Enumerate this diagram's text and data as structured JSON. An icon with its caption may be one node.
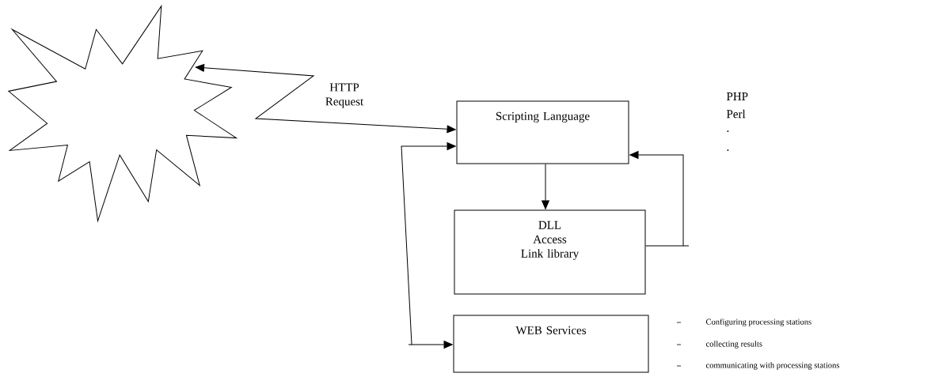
{
  "diagram": {
    "nodes": [
      {
        "text": [],
        "shape": "star"
      },
      {
        "text": [
          "Scripting Language"
        ]
      },
      {
        "text": [
          "DLL Access Link library"
        ]
      },
      {
        "text": [
          "WEB Services"
        ]
      }
    ],
    "edges": [
      {
        "from": 0,
        "to": 1,
        "arrow": "both",
        "label": "HTTP Request"
      },
      {
        "from": 1,
        "to": 2,
        "arrow": "to"
      },
      {
        "from": 2,
        "to": 1,
        "arrow": "to"
      },
      {
        "from": 1,
        "to": 3,
        "arrow": "both"
      }
    ],
    "labels": [
      "PHP",
      "Perl",
      ".",
      ".",
      "Configuring processing stations",
      "collecting results",
      "communicating with processing stations"
    ]
  }
}
